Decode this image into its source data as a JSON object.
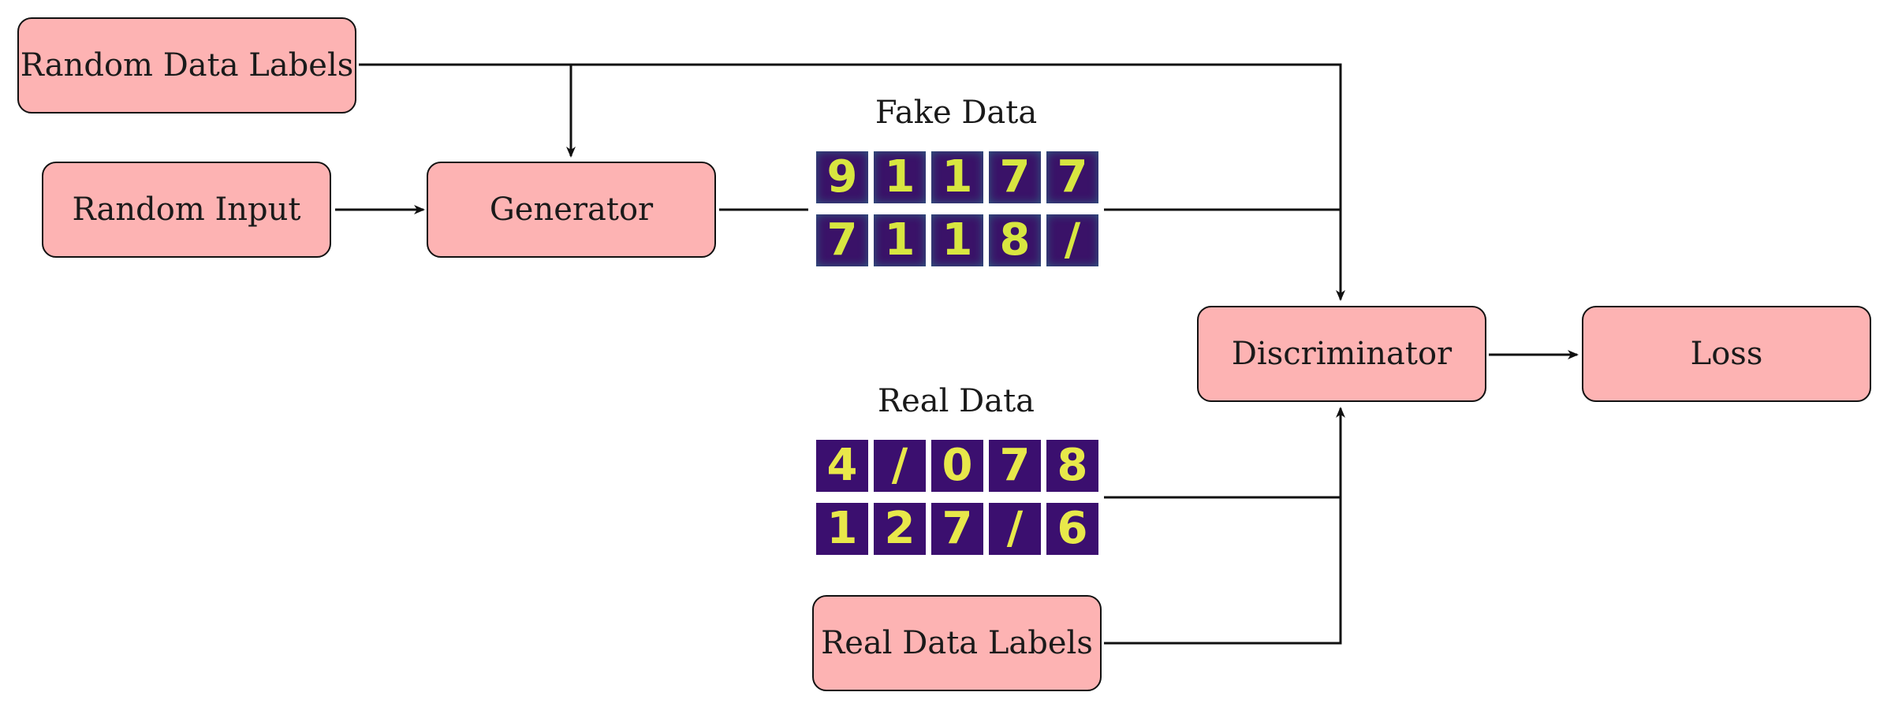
{
  "nodes": {
    "random_labels": "Random Data Labels",
    "random_input": "Random Input",
    "generator": "Generator",
    "discriminator": "Discriminator",
    "loss": "Loss",
    "real_labels": "Real Data Labels"
  },
  "captions": {
    "fake_data": "Fake Data",
    "real_data": "Real Data"
  },
  "fake_digits": [
    "9",
    "1",
    "1",
    "7",
    "7",
    "7",
    "1",
    "1",
    "8",
    "/"
  ],
  "real_digits": [
    "4",
    "/",
    "0",
    "7",
    "8",
    "1",
    "2",
    "7",
    "/",
    "6"
  ],
  "colors": {
    "box_fill": "#fdb3b3",
    "tile_background": "#3b0f6f",
    "digit_color": "#e8e84a"
  }
}
